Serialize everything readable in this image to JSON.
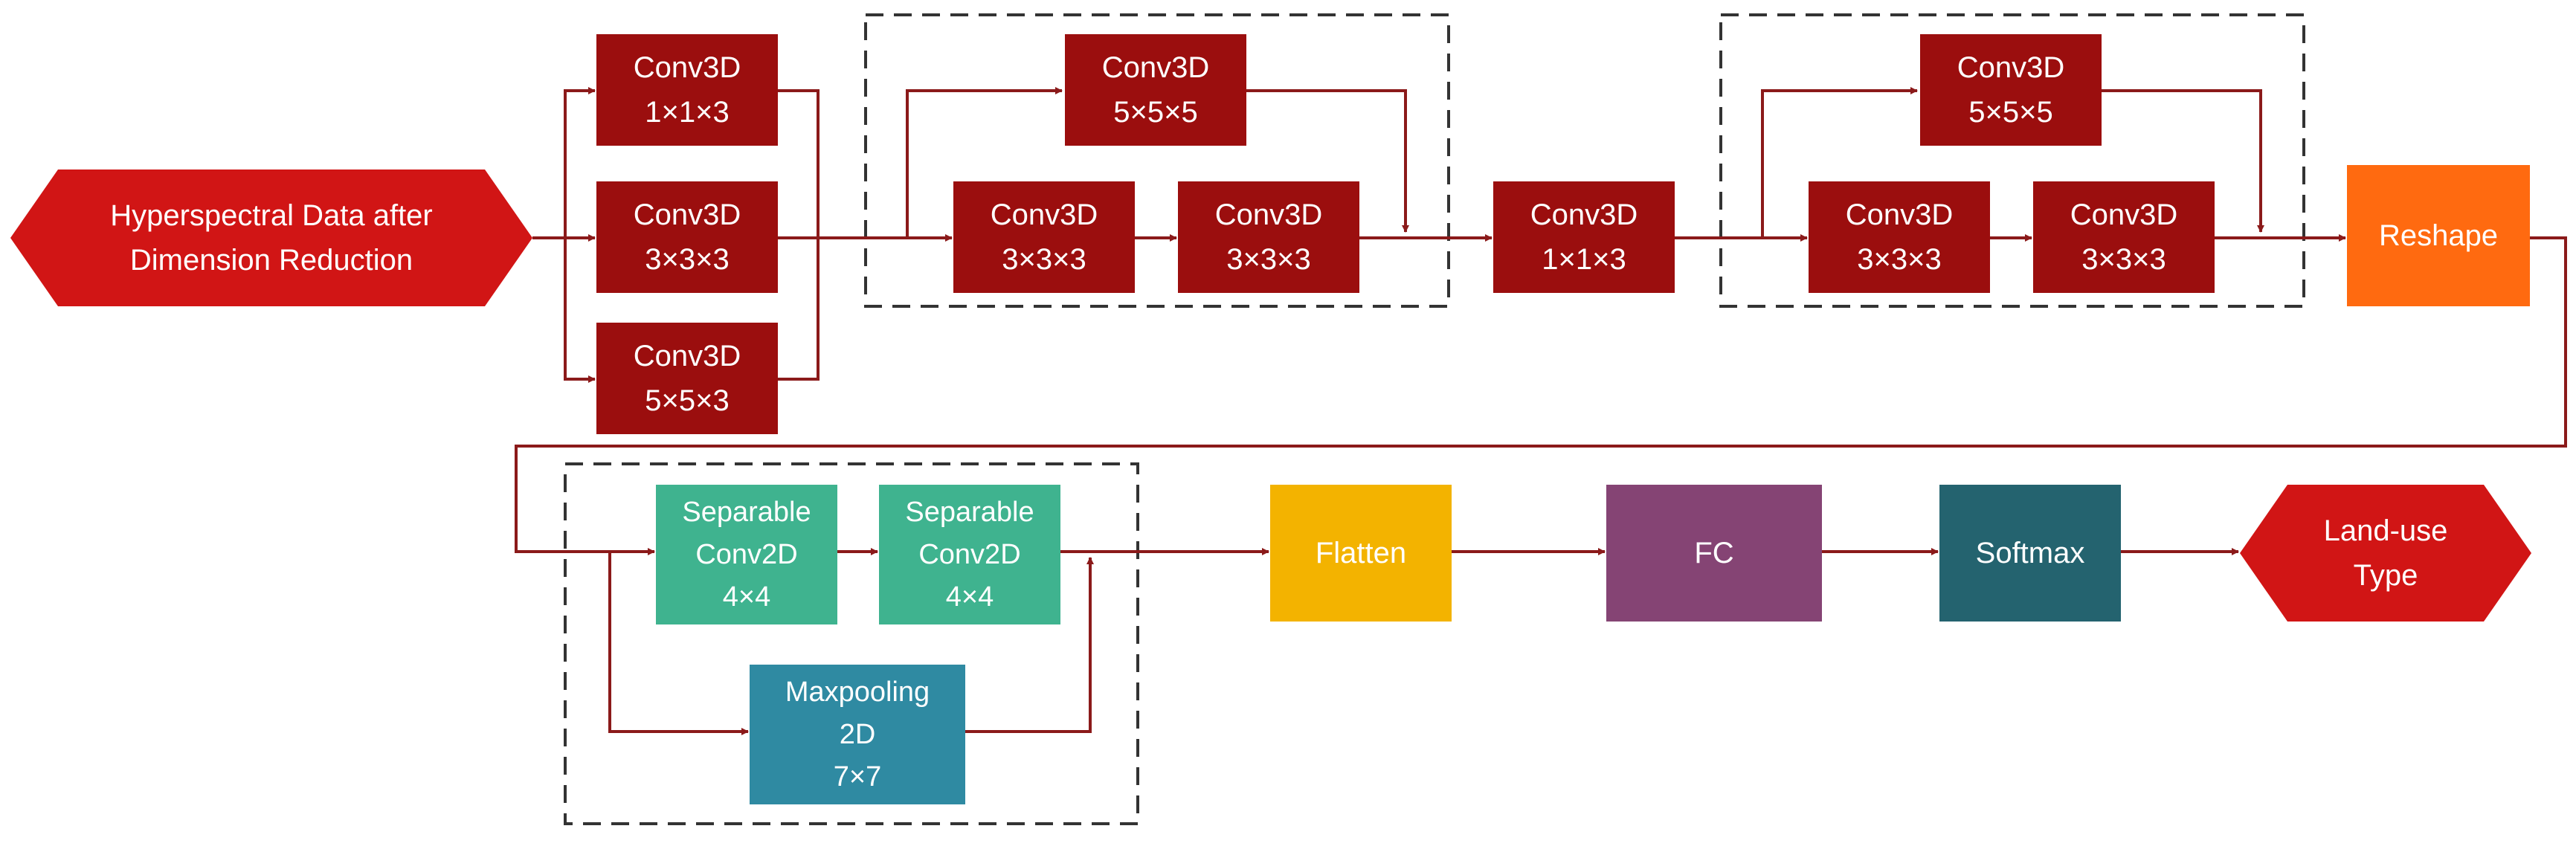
{
  "colors": {
    "conv": "#9B0E0E",
    "io": "#D11515",
    "reshape": "#FF6A10",
    "separable": "#3FB38F",
    "maxpool": "#2F8AA2",
    "flatten": "#F3B300",
    "fc": "#854474",
    "softmax": "#24636F",
    "arrow": "#8B1A1A",
    "dashed": "#333333"
  },
  "nodes": {
    "input": [
      "Hyperspectral Data after",
      "Dimension Reduction"
    ],
    "conv_1x1x3_a": [
      "Conv3D",
      "1×1×3"
    ],
    "conv_3x3x3_a": [
      "Conv3D",
      "3×3×3"
    ],
    "conv_5x5x3": [
      "Conv3D",
      "5×5×3"
    ],
    "b1_conv_5x5x5": [
      "Conv3D",
      "5×5×5"
    ],
    "b1_conv_3x3x3_1": [
      "Conv3D",
      "3×3×3"
    ],
    "b1_conv_3x3x3_2": [
      "Conv3D",
      "3×3×3"
    ],
    "conv_1x1x3_b": [
      "Conv3D",
      "1×1×3"
    ],
    "b2_conv_5x5x5": [
      "Conv3D",
      "5×5×5"
    ],
    "b2_conv_3x3x3_1": [
      "Conv3D",
      "3×3×3"
    ],
    "b2_conv_3x3x3_2": [
      "Conv3D",
      "3×3×3"
    ],
    "reshape": [
      "Reshape"
    ],
    "sep_conv_1": [
      "Separable",
      "Conv2D",
      "4×4"
    ],
    "sep_conv_2": [
      "Separable",
      "Conv2D",
      "4×4"
    ],
    "maxpool": [
      "Maxpooling",
      "2D",
      "7×7"
    ],
    "flatten": [
      "Flatten"
    ],
    "fc": [
      "FC"
    ],
    "softmax": [
      "Softmax"
    ],
    "output": [
      "Land-use",
      "Type"
    ]
  }
}
